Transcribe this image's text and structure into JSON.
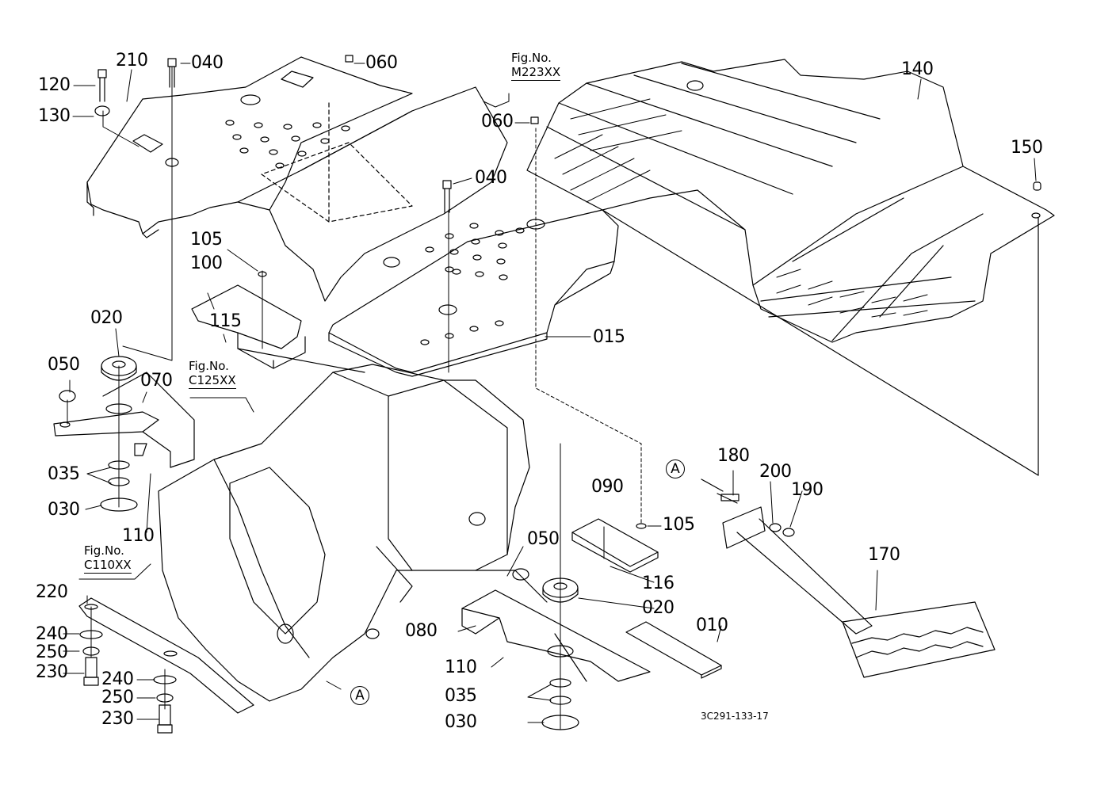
{
  "diagram": {
    "title": "Parts exploded view — step / floor plate / transmission mounting",
    "drawing_code": "3C291-133-17",
    "stroke_color": "#000000",
    "background_color": "#ffffff",
    "figure_refs": [
      {
        "id": "fig-m223",
        "label": "Fig.No.",
        "number": "M223XX"
      },
      {
        "id": "fig-c125",
        "label": "Fig.No.",
        "number": "C125XX"
      },
      {
        "id": "fig-c110",
        "label": "Fig.No.",
        "number": "C110XX"
      }
    ],
    "connection_markers": [
      {
        "id": "marker-a-bottom",
        "text": "A"
      },
      {
        "id": "marker-a-right",
        "text": "A"
      }
    ],
    "part_labels": [
      {
        "id": "p120",
        "text": "120"
      },
      {
        "id": "p210",
        "text": "210"
      },
      {
        "id": "p040a",
        "text": "040"
      },
      {
        "id": "p060a",
        "text": "060"
      },
      {
        "id": "p130",
        "text": "130"
      },
      {
        "id": "p060b",
        "text": "060"
      },
      {
        "id": "p140",
        "text": "140"
      },
      {
        "id": "p150",
        "text": "150"
      },
      {
        "id": "p040b",
        "text": "040"
      },
      {
        "id": "p105a",
        "text": "105"
      },
      {
        "id": "p100",
        "text": "100"
      },
      {
        "id": "p115",
        "text": "115"
      },
      {
        "id": "p015",
        "text": "015"
      },
      {
        "id": "p020a",
        "text": "020"
      },
      {
        "id": "p050a",
        "text": "050"
      },
      {
        "id": "p070",
        "text": "070"
      },
      {
        "id": "p035a",
        "text": "035"
      },
      {
        "id": "p030a",
        "text": "030"
      },
      {
        "id": "p110a",
        "text": "110"
      },
      {
        "id": "p220",
        "text": "220"
      },
      {
        "id": "p240a",
        "text": "240"
      },
      {
        "id": "p250a",
        "text": "250"
      },
      {
        "id": "p230a",
        "text": "230"
      },
      {
        "id": "p240b",
        "text": "240"
      },
      {
        "id": "p250b",
        "text": "250"
      },
      {
        "id": "p230b",
        "text": "230"
      },
      {
        "id": "p090",
        "text": "090"
      },
      {
        "id": "p105b",
        "text": "105"
      },
      {
        "id": "p116",
        "text": "116"
      },
      {
        "id": "p050b",
        "text": "050"
      },
      {
        "id": "p020b",
        "text": "020"
      },
      {
        "id": "p080",
        "text": "080"
      },
      {
        "id": "p010",
        "text": "010"
      },
      {
        "id": "p110b",
        "text": "110"
      },
      {
        "id": "p035b",
        "text": "035"
      },
      {
        "id": "p030b",
        "text": "030"
      },
      {
        "id": "p180",
        "text": "180"
      },
      {
        "id": "p200",
        "text": "200"
      },
      {
        "id": "p190",
        "text": "190"
      },
      {
        "id": "p170",
        "text": "170"
      }
    ]
  }
}
